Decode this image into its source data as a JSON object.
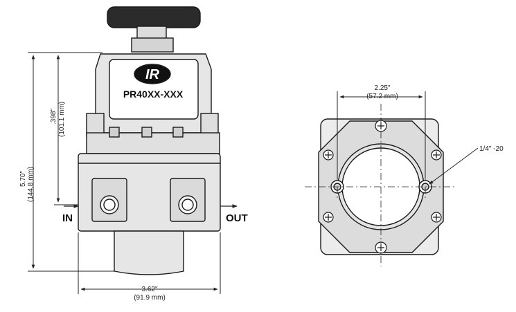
{
  "front_view": {
    "model_label": "PR40XX-XXX",
    "logo_text": "IR",
    "port_in": "IN",
    "port_out": "OUT",
    "height_total": {
      "inch": "5.70\"",
      "mm": "(144.8 mm)"
    },
    "height_upper": {
      "inch": ".398\"",
      "mm": "(101.1 mm)"
    },
    "width": {
      "inch": "3.62\"",
      "mm": "(91.9 mm)"
    }
  },
  "side_view": {
    "hole_spacing": {
      "inch": "2.25\"",
      "mm": "(57.2 mm)"
    },
    "thread_callout": "1/4\" -20"
  },
  "colors": {
    "body_fill": "#e6e6e6",
    "line": "#1a1a1a",
    "knob": "#2b2b2b"
  }
}
